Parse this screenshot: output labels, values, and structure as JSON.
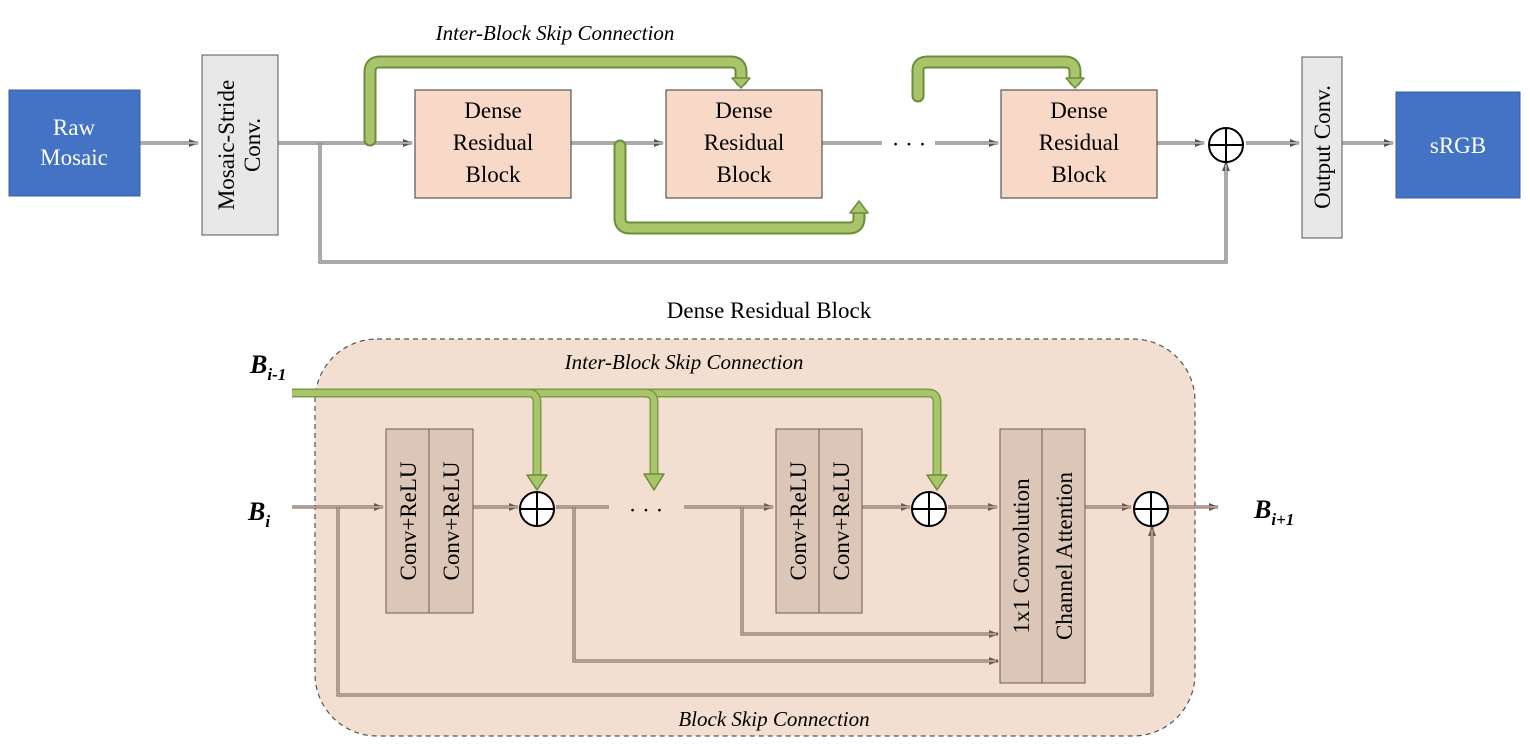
{
  "top": {
    "input_label": [
      "Raw",
      "Mosaic"
    ],
    "stride_conv_label": [
      "Mosaic-Stride",
      "Conv."
    ],
    "drb_label": [
      "Dense",
      "Residual",
      "Block"
    ],
    "ellipsis": "· · ·",
    "sum_symbol": "⊕",
    "output_conv_label": "Output Conv.",
    "output_label": "sRGB",
    "skip_label": "Inter-Block Skip Connection"
  },
  "bottom": {
    "title": "Dense Residual Block",
    "inter_skip_label": "Inter-Block Skip Connection",
    "block_skip_label": "Block Skip Connection",
    "input_prev": {
      "base": "B",
      "sub": "i-1"
    },
    "input_cur": {
      "base": "B",
      "sub": "i"
    },
    "output": {
      "base": "B",
      "sub": "i+1"
    },
    "conv_relu": "Conv+ReLU",
    "conv1x1": "1x1 Convolution",
    "channel_attention": "Channel Attention",
    "ellipsis": "· · ·",
    "sum_symbol": "⊕"
  },
  "colors": {
    "blue": "#4472c4",
    "grey_box": "#e8e8e8",
    "drb_fill": "#f8d9c8",
    "panel_fill": "#f2dfd1",
    "conv_fill": "#dcc6b7",
    "skip_green": "#9bbb59"
  }
}
